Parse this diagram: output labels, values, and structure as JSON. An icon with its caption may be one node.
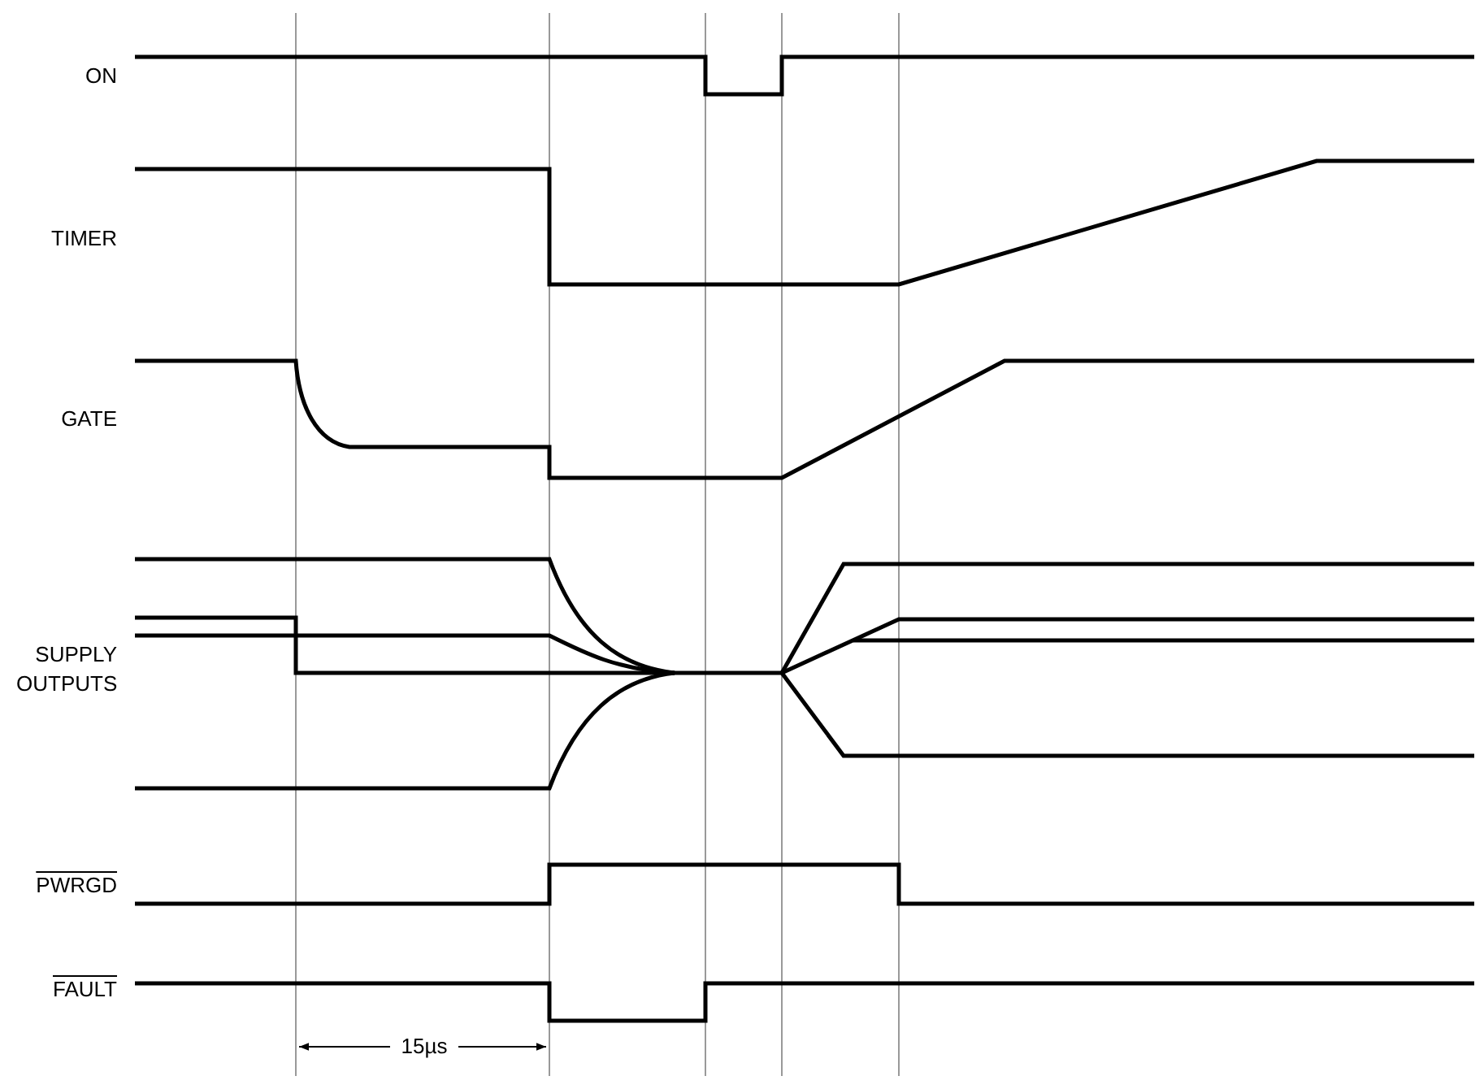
{
  "diagram": {
    "labels": [
      "ON",
      "TIMER",
      "GATE",
      "SUPPLY OUTPUTS",
      "PWRGD",
      "FAULT",
      "15µs"
    ]
  }
}
